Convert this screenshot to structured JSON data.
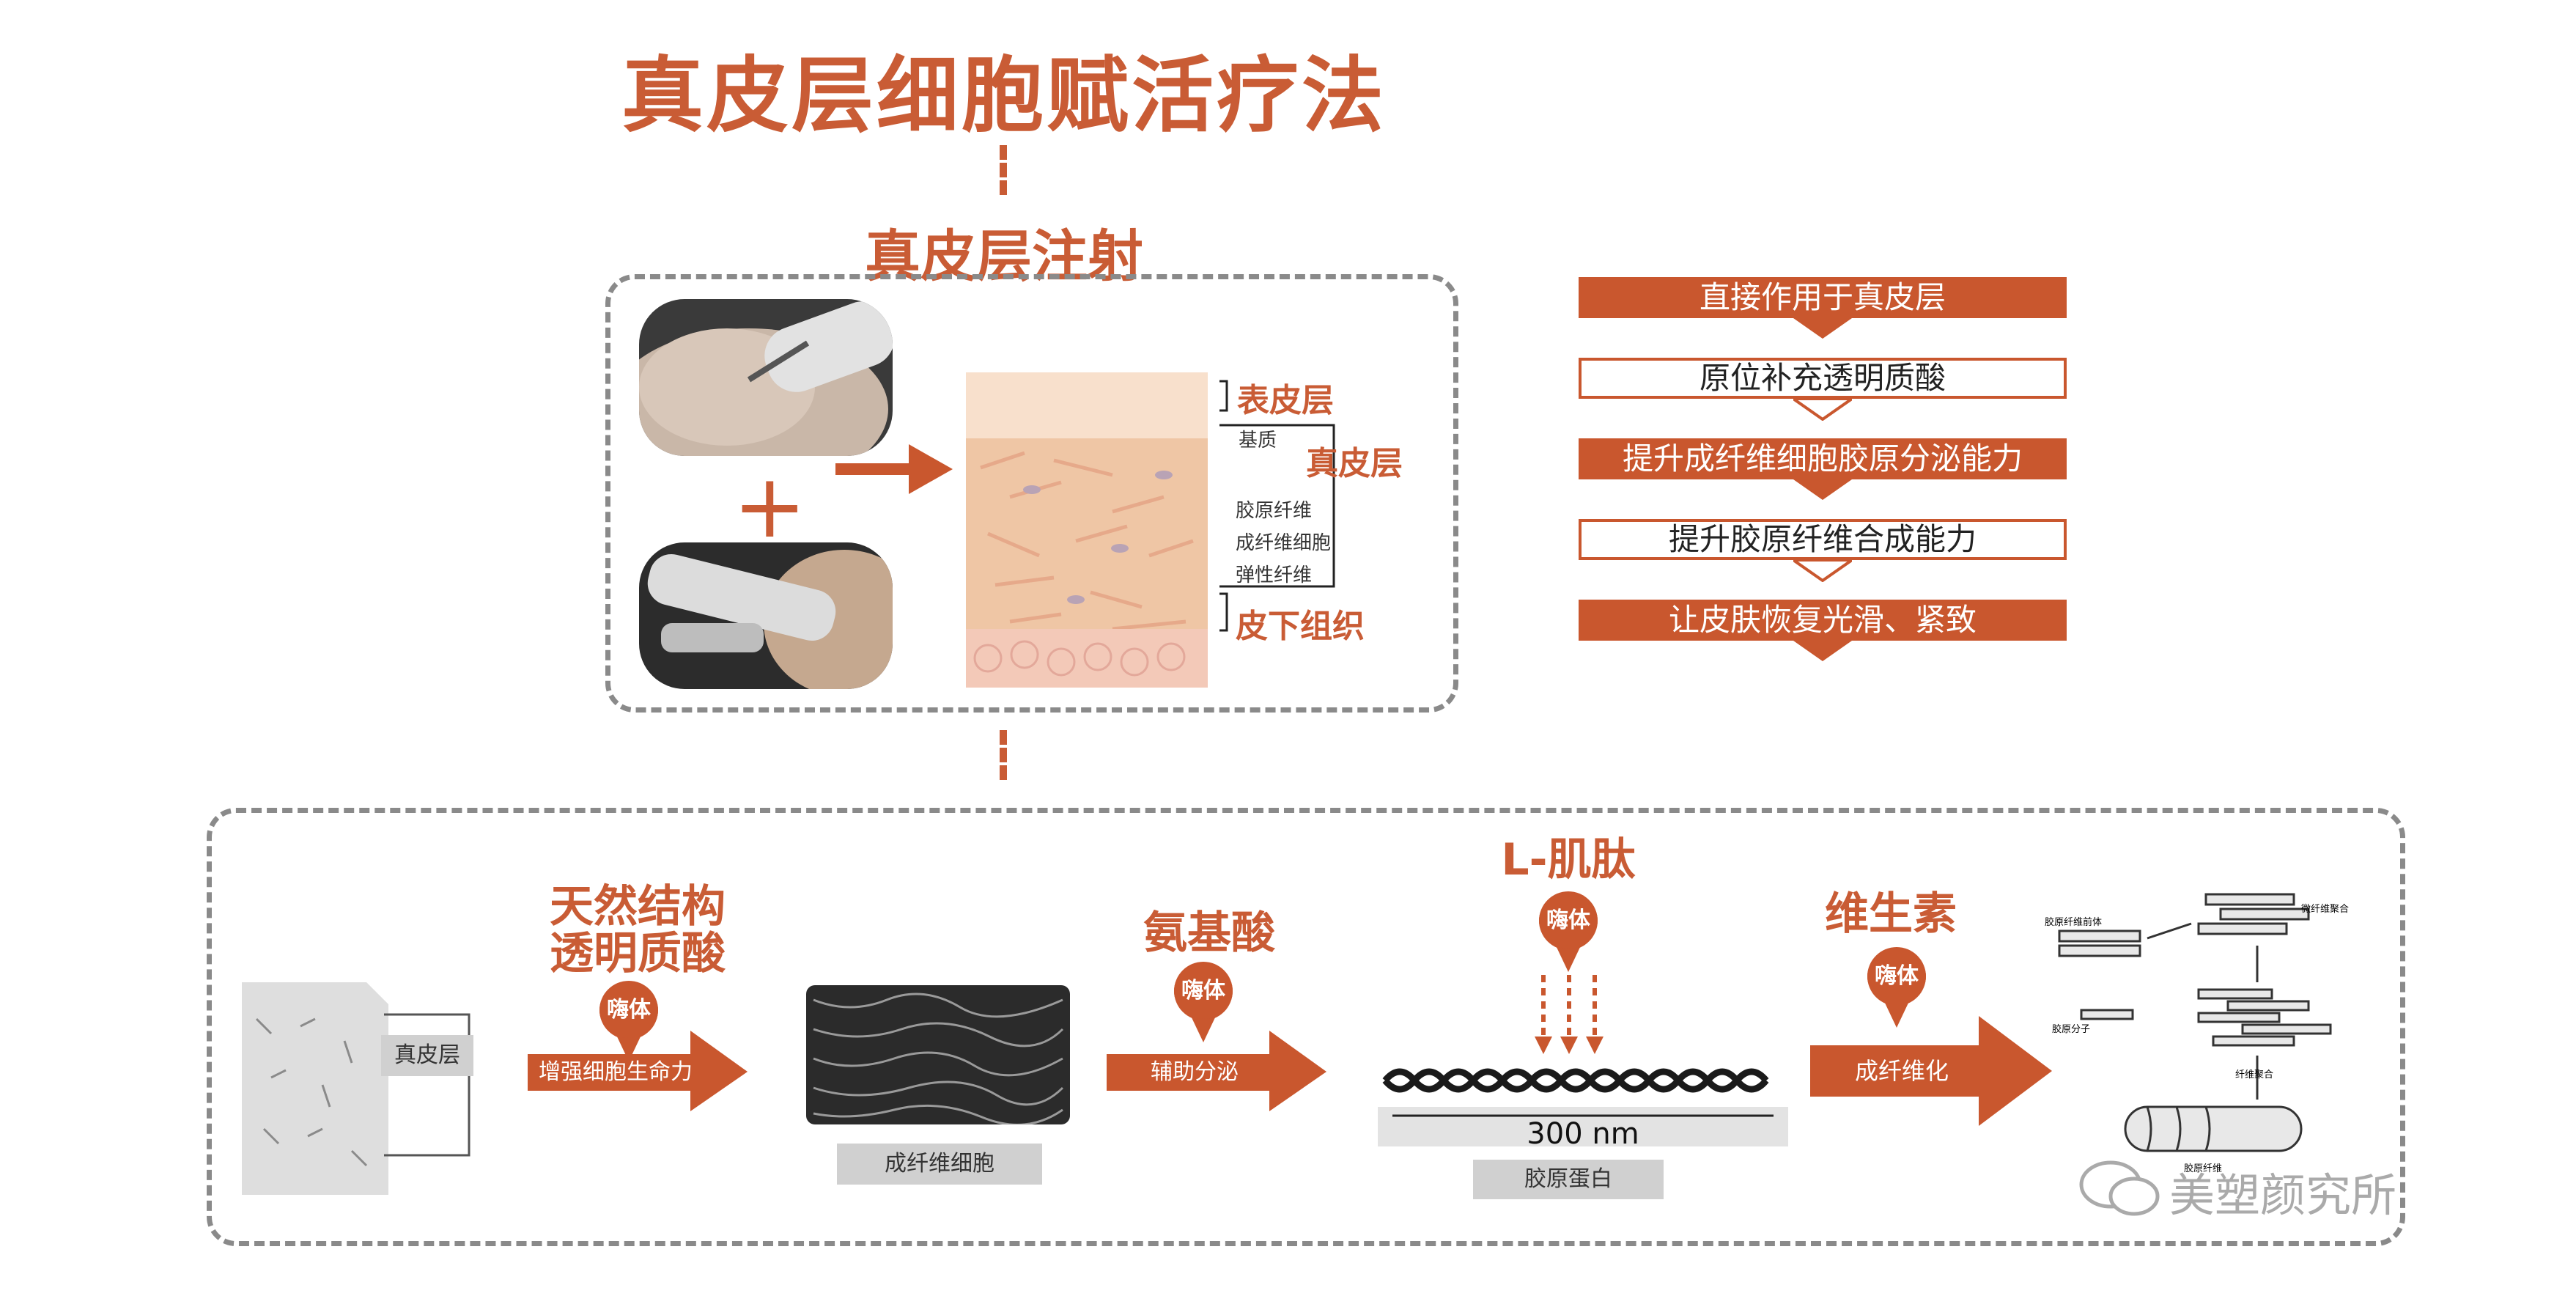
{
  "title": "真皮层细胞赋活疗法",
  "injection": {
    "title": "真皮层注射",
    "plus": "+"
  },
  "skin_labels": {
    "epidermis": "表皮层",
    "matrix": "基质",
    "dermis": "真皮层",
    "collagen_fiber": "胶原纤维",
    "fibroblast": "成纤维细胞",
    "elastic_fiber": "弹性纤维",
    "subcutaneous": "皮下组织"
  },
  "benefits": [
    "直接作用于真皮层",
    "原位补充透明质酸",
    "提升成纤维细胞胶原分泌能力",
    "提升胶原纤维合成能力",
    "让皮肤恢复光滑、紧致"
  ],
  "process": {
    "dermis_tag": "真皮层",
    "step1_title_line1": "天然结构",
    "step1_title_line2": "透明质酸",
    "step1_pill": "嗨体",
    "step1_arrow": "增强细胞生命力",
    "fibroblast_tag": "成纤维细胞",
    "step2_title": "氨基酸",
    "step2_pill": "嗨体",
    "step2_arrow": "辅助分泌",
    "step3_title": "L-肌肽",
    "step3_pill": "嗨体",
    "scale": "300 nm",
    "collagen_tag": "胶原蛋白",
    "step4_title": "维生素",
    "step4_pill": "嗨体",
    "step4_arrow": "成纤维化"
  },
  "fiber_labels": {
    "a": "胶原纤维前体",
    "b": "胶原分子",
    "c": "微纤维聚合",
    "d": "纤维聚合",
    "e": "胶原纤维"
  },
  "watermark": "美塑颜究所",
  "colors": {
    "accent": "#c9572e",
    "title": "#c95c35",
    "gray": "#8a8a8a"
  }
}
